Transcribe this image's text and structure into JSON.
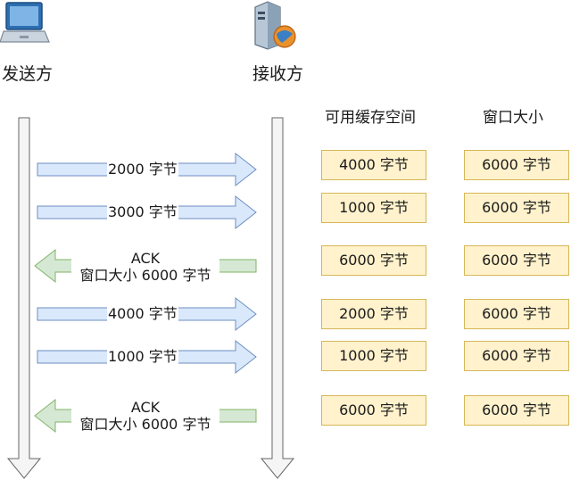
{
  "sender": {
    "label": "发送方",
    "icon": "laptop-icon"
  },
  "receiver": {
    "label": "接收方",
    "icon": "server-icon"
  },
  "columns": {
    "available_buffer": "可用缓存空间",
    "window_size": "窗口大小"
  },
  "colors": {
    "data_arrow_fill": "#dae8fc",
    "data_arrow_stroke": "#6c8ebf",
    "ack_arrow_fill": "#d5e8d4",
    "ack_arrow_stroke": "#82b366",
    "cell_fill": "#fff2cc",
    "cell_stroke": "#d6b656",
    "lifeline_fill": "#f5f5f5",
    "lifeline_stroke": "#666666"
  },
  "messages": [
    {
      "type": "data",
      "label": "2000 字节"
    },
    {
      "type": "data",
      "label": "3000 字节"
    },
    {
      "type": "ack",
      "line1": "ACK",
      "line2": "窗口大小 6000 字节"
    },
    {
      "type": "data",
      "label": "4000 字节"
    },
    {
      "type": "data",
      "label": "1000 字节"
    },
    {
      "type": "ack",
      "line1": "ACK",
      "line2": "窗口大小 6000 字节"
    }
  ],
  "rows": [
    {
      "buffer": "4000 字节",
      "window": "6000 字节"
    },
    {
      "buffer": "1000 字节",
      "window": "6000 字节"
    },
    {
      "buffer": "6000 字节",
      "window": "6000 字节"
    },
    {
      "buffer": "2000 字节",
      "window": "6000 字节"
    },
    {
      "buffer": "1000 字节",
      "window": "6000 字节"
    },
    {
      "buffer": "6000 字节",
      "window": "6000 字节"
    }
  ]
}
